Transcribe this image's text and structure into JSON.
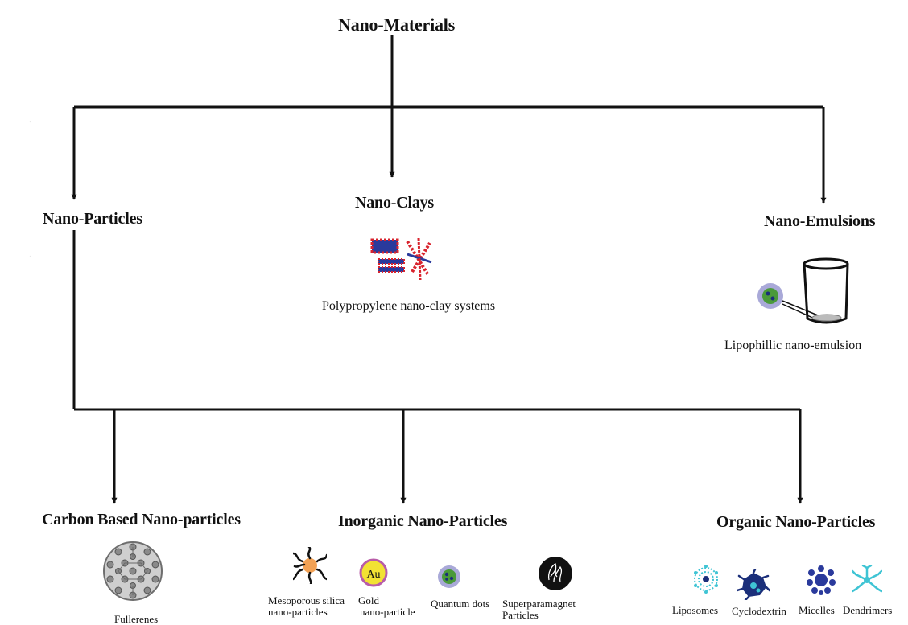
{
  "diagram": {
    "root": "Nano-Materials",
    "level1": {
      "particles": "Nano-Particles",
      "clays": "Nano-Clays",
      "emulsions": "Nano-Emulsions"
    },
    "clay_example": "Polypropylene nano-clay systems",
    "emulsion_example": "Lipophillic nano-emulsion",
    "level2": {
      "carbon": "Carbon Based Nano-particles",
      "inorganic": "Inorganic Nano-Particles",
      "organic": "Organic Nano-Particles"
    },
    "carbon_examples": {
      "fullerenes": "Fullerenes"
    },
    "inorganic_examples": {
      "silica_line1": "Mesoporous silica",
      "silica_line2": "nano-particles",
      "gold_line1": "Gold",
      "gold_line2": "nano-particle",
      "gold_symbol": "Au",
      "quantum": "Quantum dots",
      "superpara_line1": "Superparamagnet",
      "superpara_line2": "Particles"
    },
    "organic_examples": {
      "liposomes": "Liposomes",
      "cyclodextrin": "Cyclodextrin",
      "micelles": "Micelles",
      "dendrimers": "Dendrimers"
    }
  },
  "colors": {
    "line": "#111111",
    "clay_red": "#d9232d",
    "clay_blue": "#2a3a9c",
    "gold": "#f2e233",
    "gold_ring": "#b85ca8",
    "qd_shell": "#a9a9d8",
    "qd_core": "#4a9a3a",
    "cyan": "#3fc4d4",
    "navy": "#1b2f7a",
    "orange": "#f2a154"
  }
}
